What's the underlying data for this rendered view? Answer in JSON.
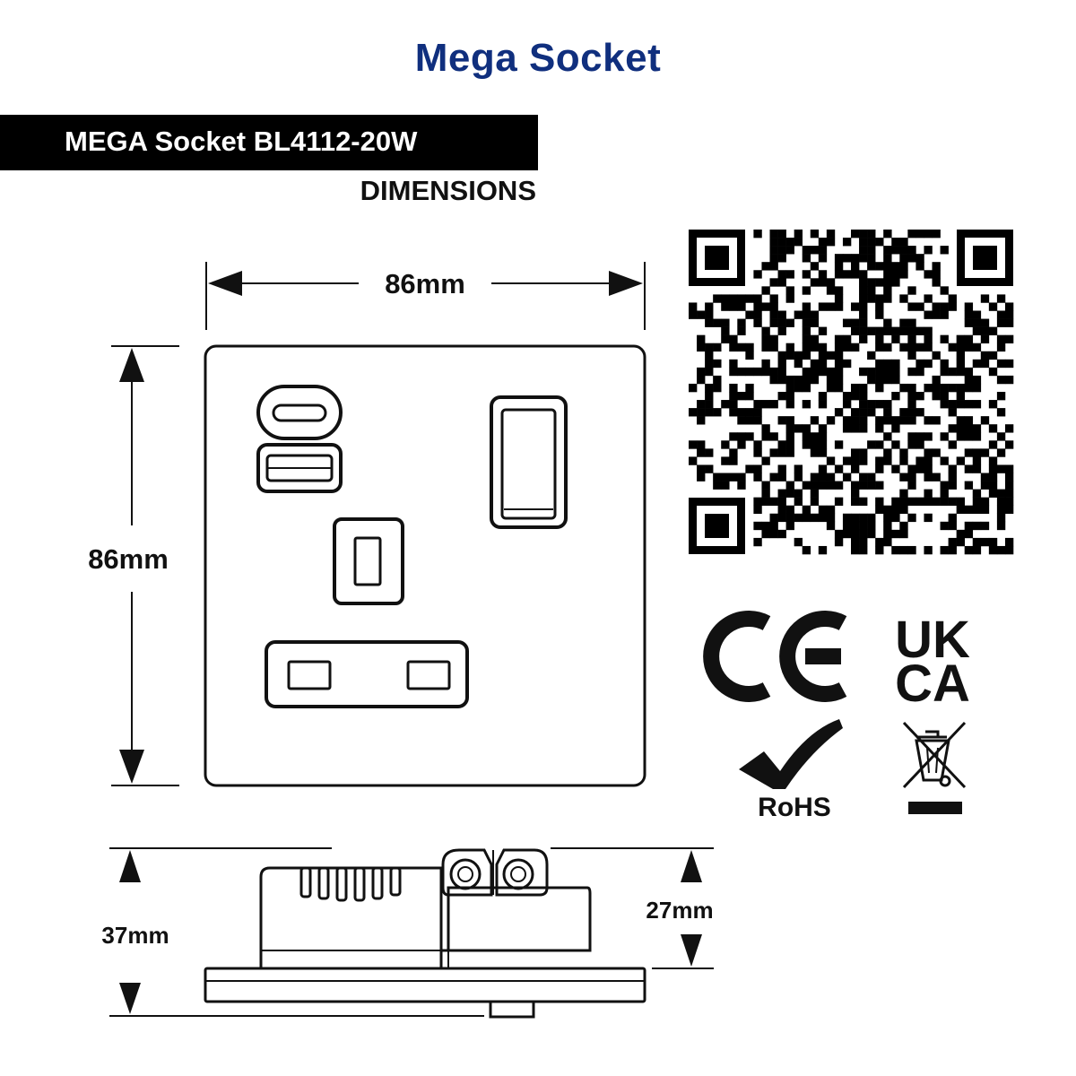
{
  "header": {
    "brand": "Mega Socket",
    "product": "MEGA Socket BL4112-20W",
    "section": "DIMENSIONS"
  },
  "dimensions": {
    "width": "86mm",
    "height": "86mm",
    "total_depth": "37mm",
    "wall_depth": "27mm"
  },
  "certifications": {
    "ce": "CE",
    "ukca_line1": "UK",
    "ukca_line2": "CA",
    "rohs": "RoHS"
  },
  "icons": [
    "qr-code-icon",
    "ce-mark-icon",
    "ukca-mark-icon",
    "rohs-check-icon",
    "weee-bin-icon"
  ],
  "colors": {
    "brand": "#102f7e",
    "ink": "#111111",
    "bar": "#000000"
  }
}
